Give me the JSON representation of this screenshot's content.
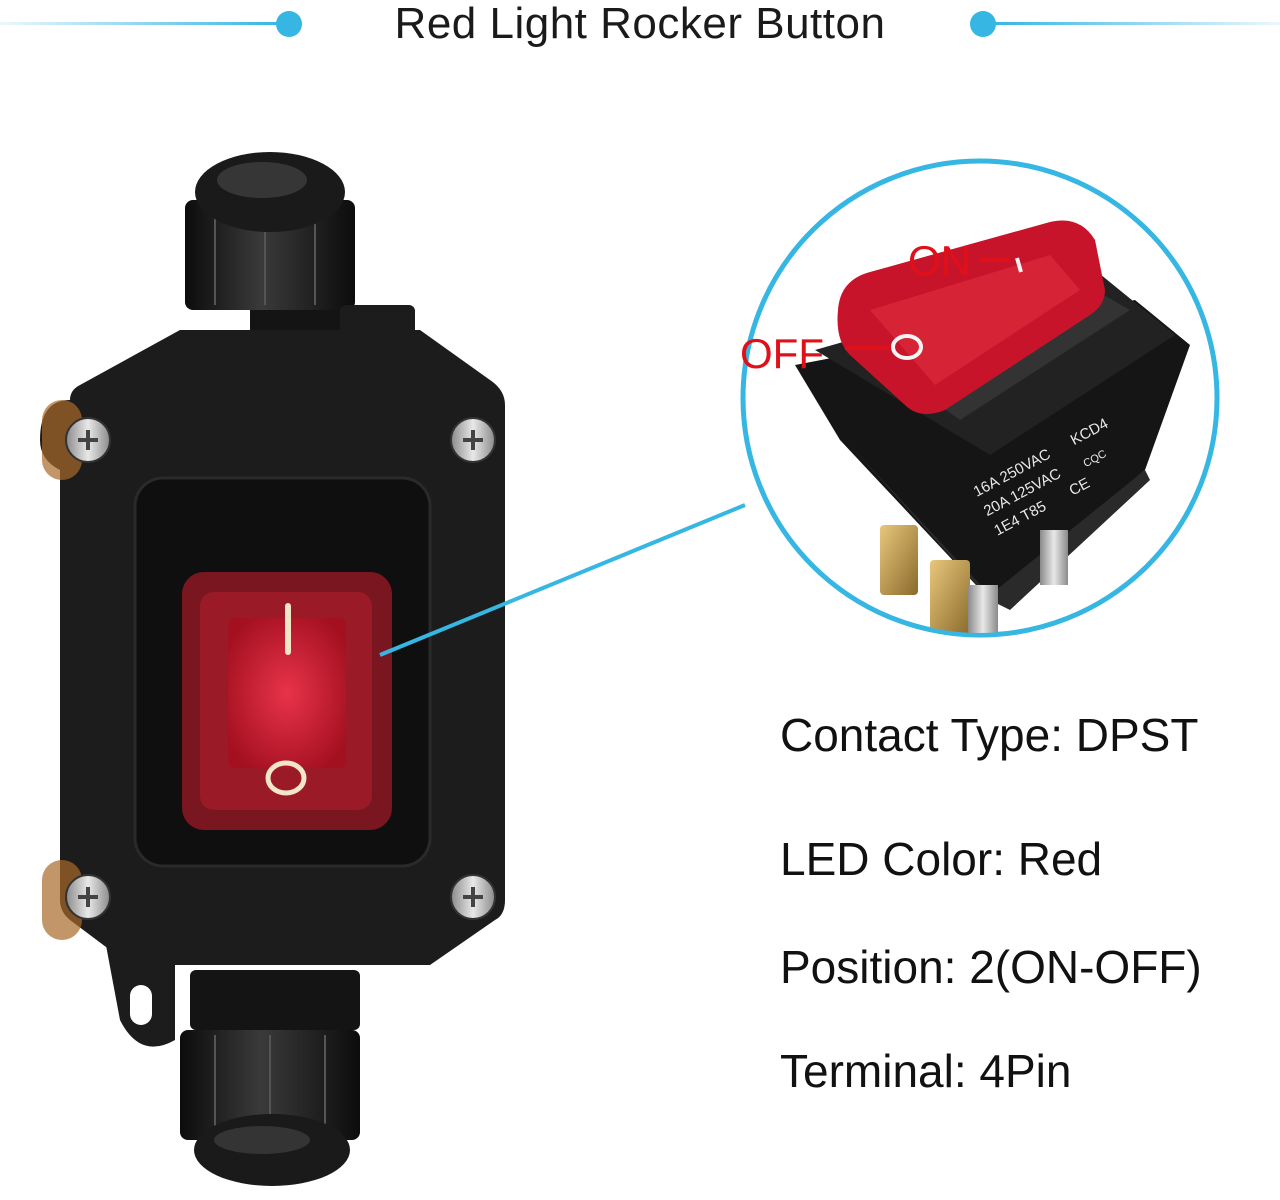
{
  "header": {
    "title": "Red Light Rocker Button",
    "accent_color": "#36b6e3"
  },
  "callout": {
    "on_label": "ON",
    "off_label": "OFF",
    "symbol_on": "|",
    "symbol_off": "O",
    "printed_markings": {
      "model": "KCD4",
      "rating_1": "16A 250VAC",
      "rating_2": "20A 125VAC",
      "code": "1E4 T85",
      "cert_ce": "CE",
      "cert_cqc": "CQC"
    }
  },
  "specs": [
    "Contact Type: DPST",
    "LED Color: Red",
    "Position: 2(ON-OFF)",
    "Terminal: 4Pin"
  ],
  "colors": {
    "switch_red": "#c8142a",
    "housing_black": "#1c1c1c",
    "label_red": "#e0101a"
  }
}
